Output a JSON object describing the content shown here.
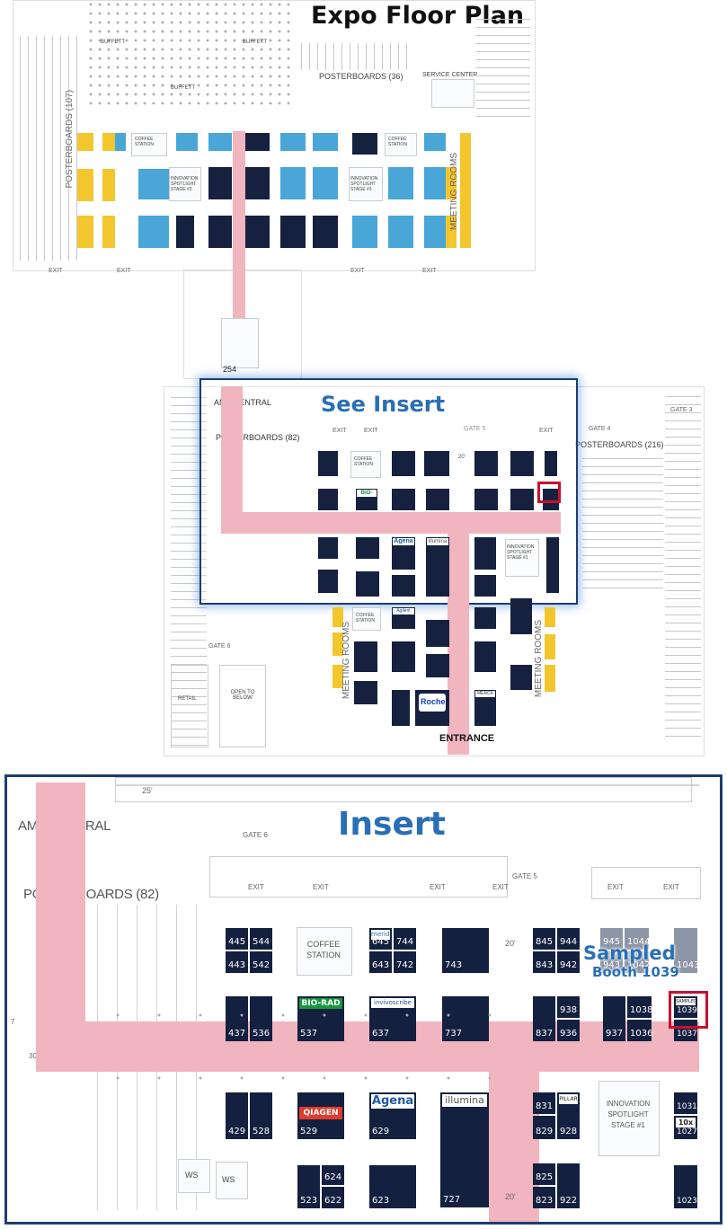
{
  "title": "Expo Floor Plan",
  "main_map": {
    "labels": {
      "posterboards_107": "POSTERBOARDS (107)",
      "posterboards_36": "POSTERBOARDS (36)",
      "service_center": "SERVICE CENTER",
      "buffet_1": "BUFFETT",
      "buffet_2": "BUFFETT",
      "buffet_3": "BUFFETT",
      "coffee_station_1": "COFFEE STATION",
      "coffee_station_2": "COFFEE STATION",
      "innovation_stage_2": "INNOVATION SPOTLIGHT STAGE #2",
      "innovation_stage_3": "INNOVATION SPOTLIGHT STAGE #3",
      "meeting_rooms_top": "MEETING ROOMS",
      "booth_254": "254",
      "amp_central": "AMP CENTRAL",
      "posterboards_82": "POSTERBOARDS (82)",
      "posterboards_216": "POSTERBOARDS (216)",
      "see_insert": "See Insert",
      "coffee_station_3": "COFFEE STATION",
      "coffee_station_4": "COFFEE STATION",
      "innovation_stage_1": "INNOVATION SPOTLIGHT STAGE #1",
      "meeting_rooms_left": "MEETING ROOMS",
      "meeting_rooms_right": "MEETING ROOMS",
      "open_to_below": "OPEN TO BELOW",
      "retail": "RETAIL",
      "entrance": "ENTRANCE",
      "gate_5": "GATE 5",
      "gate_4": "GATE 4",
      "gate_3": "GATE 3",
      "gate_6": "GATE 6",
      "exit": "EXIT",
      "aisle_20": "20'",
      "logo_biorad": "BIO-RAD",
      "logo_agena": "Agena",
      "logo_illumina": "illumina",
      "logo_roche": "Roche",
      "logo_merck": "MERCK",
      "logo_agilent": "Agilent"
    }
  },
  "insert": {
    "title": "Insert",
    "labels": {
      "amp_central": "AMP CENTRAL",
      "posterboards_82": "POSTERBOARDS (82)",
      "gate_6": "GATE 6",
      "gate_5": "GATE 5",
      "exit": "EXIT",
      "coffee_station": "COFFEE STATION",
      "innovation_stage": "INNOVATION SPOTLIGHT STAGE #1",
      "ws": "WS",
      "dim_25": "25'",
      "dim_20": "20'",
      "dim_30": "30'",
      "dim_7": "7",
      "sampled_line1": "Sampled",
      "sampled_line2": "Booth 1039"
    },
    "booths": [
      {
        "num": "445",
        "logo": ""
      },
      {
        "num": "544",
        "logo": ""
      },
      {
        "num": "443",
        "logo": ""
      },
      {
        "num": "542",
        "logo": ""
      },
      {
        "num": "645",
        "logo": "meridian"
      },
      {
        "num": "744",
        "logo": ""
      },
      {
        "num": "643",
        "logo": ""
      },
      {
        "num": "742",
        "logo": ""
      },
      {
        "num": "743",
        "logo": ""
      },
      {
        "num": "845",
        "logo": ""
      },
      {
        "num": "944",
        "logo": ""
      },
      {
        "num": "843",
        "logo": ""
      },
      {
        "num": "942",
        "logo": ""
      },
      {
        "num": "945",
        "logo": ""
      },
      {
        "num": "1044",
        "logo": ""
      },
      {
        "num": "943",
        "logo": ""
      },
      {
        "num": "1042",
        "logo": ""
      },
      {
        "num": "1043",
        "logo": ""
      },
      {
        "num": "437",
        "logo": ""
      },
      {
        "num": "536",
        "logo": ""
      },
      {
        "num": "537",
        "logo": "BIO-RAD"
      },
      {
        "num": "637",
        "logo": "invivoscribe"
      },
      {
        "num": "737",
        "logo": ""
      },
      {
        "num": "837",
        "logo": ""
      },
      {
        "num": "938",
        "logo": ""
      },
      {
        "num": "936",
        "logo": ""
      },
      {
        "num": "937",
        "logo": ""
      },
      {
        "num": "1038",
        "logo": ""
      },
      {
        "num": "1036",
        "logo": ""
      },
      {
        "num": "1039",
        "logo": "SAMPLED"
      },
      {
        "num": "1037",
        "logo": ""
      },
      {
        "num": "429",
        "logo": ""
      },
      {
        "num": "528",
        "logo": ""
      },
      {
        "num": "529",
        "logo": "QIAGEN"
      },
      {
        "num": "629",
        "logo": "Agena"
      },
      {
        "num": "727",
        "logo": "illumina"
      },
      {
        "num": "831",
        "logo": ""
      },
      {
        "num": "829",
        "logo": ""
      },
      {
        "num": "928",
        "logo": "PILLAR"
      },
      {
        "num": "1031",
        "logo": ""
      },
      {
        "num": "1027",
        "logo": "10x"
      },
      {
        "num": "523",
        "logo": ""
      },
      {
        "num": "624",
        "logo": ""
      },
      {
        "num": "622",
        "logo": ""
      },
      {
        "num": "623",
        "logo": ""
      },
      {
        "num": "825",
        "logo": ""
      },
      {
        "num": "823",
        "logo": ""
      },
      {
        "num": "922",
        "logo": ""
      },
      {
        "num": "1023",
        "logo": ""
      }
    ]
  },
  "colors": {
    "aisle": "#f1b5bf",
    "booth_dark": "#14203f",
    "booth_light": "#49a6d6",
    "booth_yellow": "#f3c62e",
    "highlight": "#c8102e",
    "insert_frame": "#1d3e6e",
    "title_blue": "#2a6fb5"
  }
}
